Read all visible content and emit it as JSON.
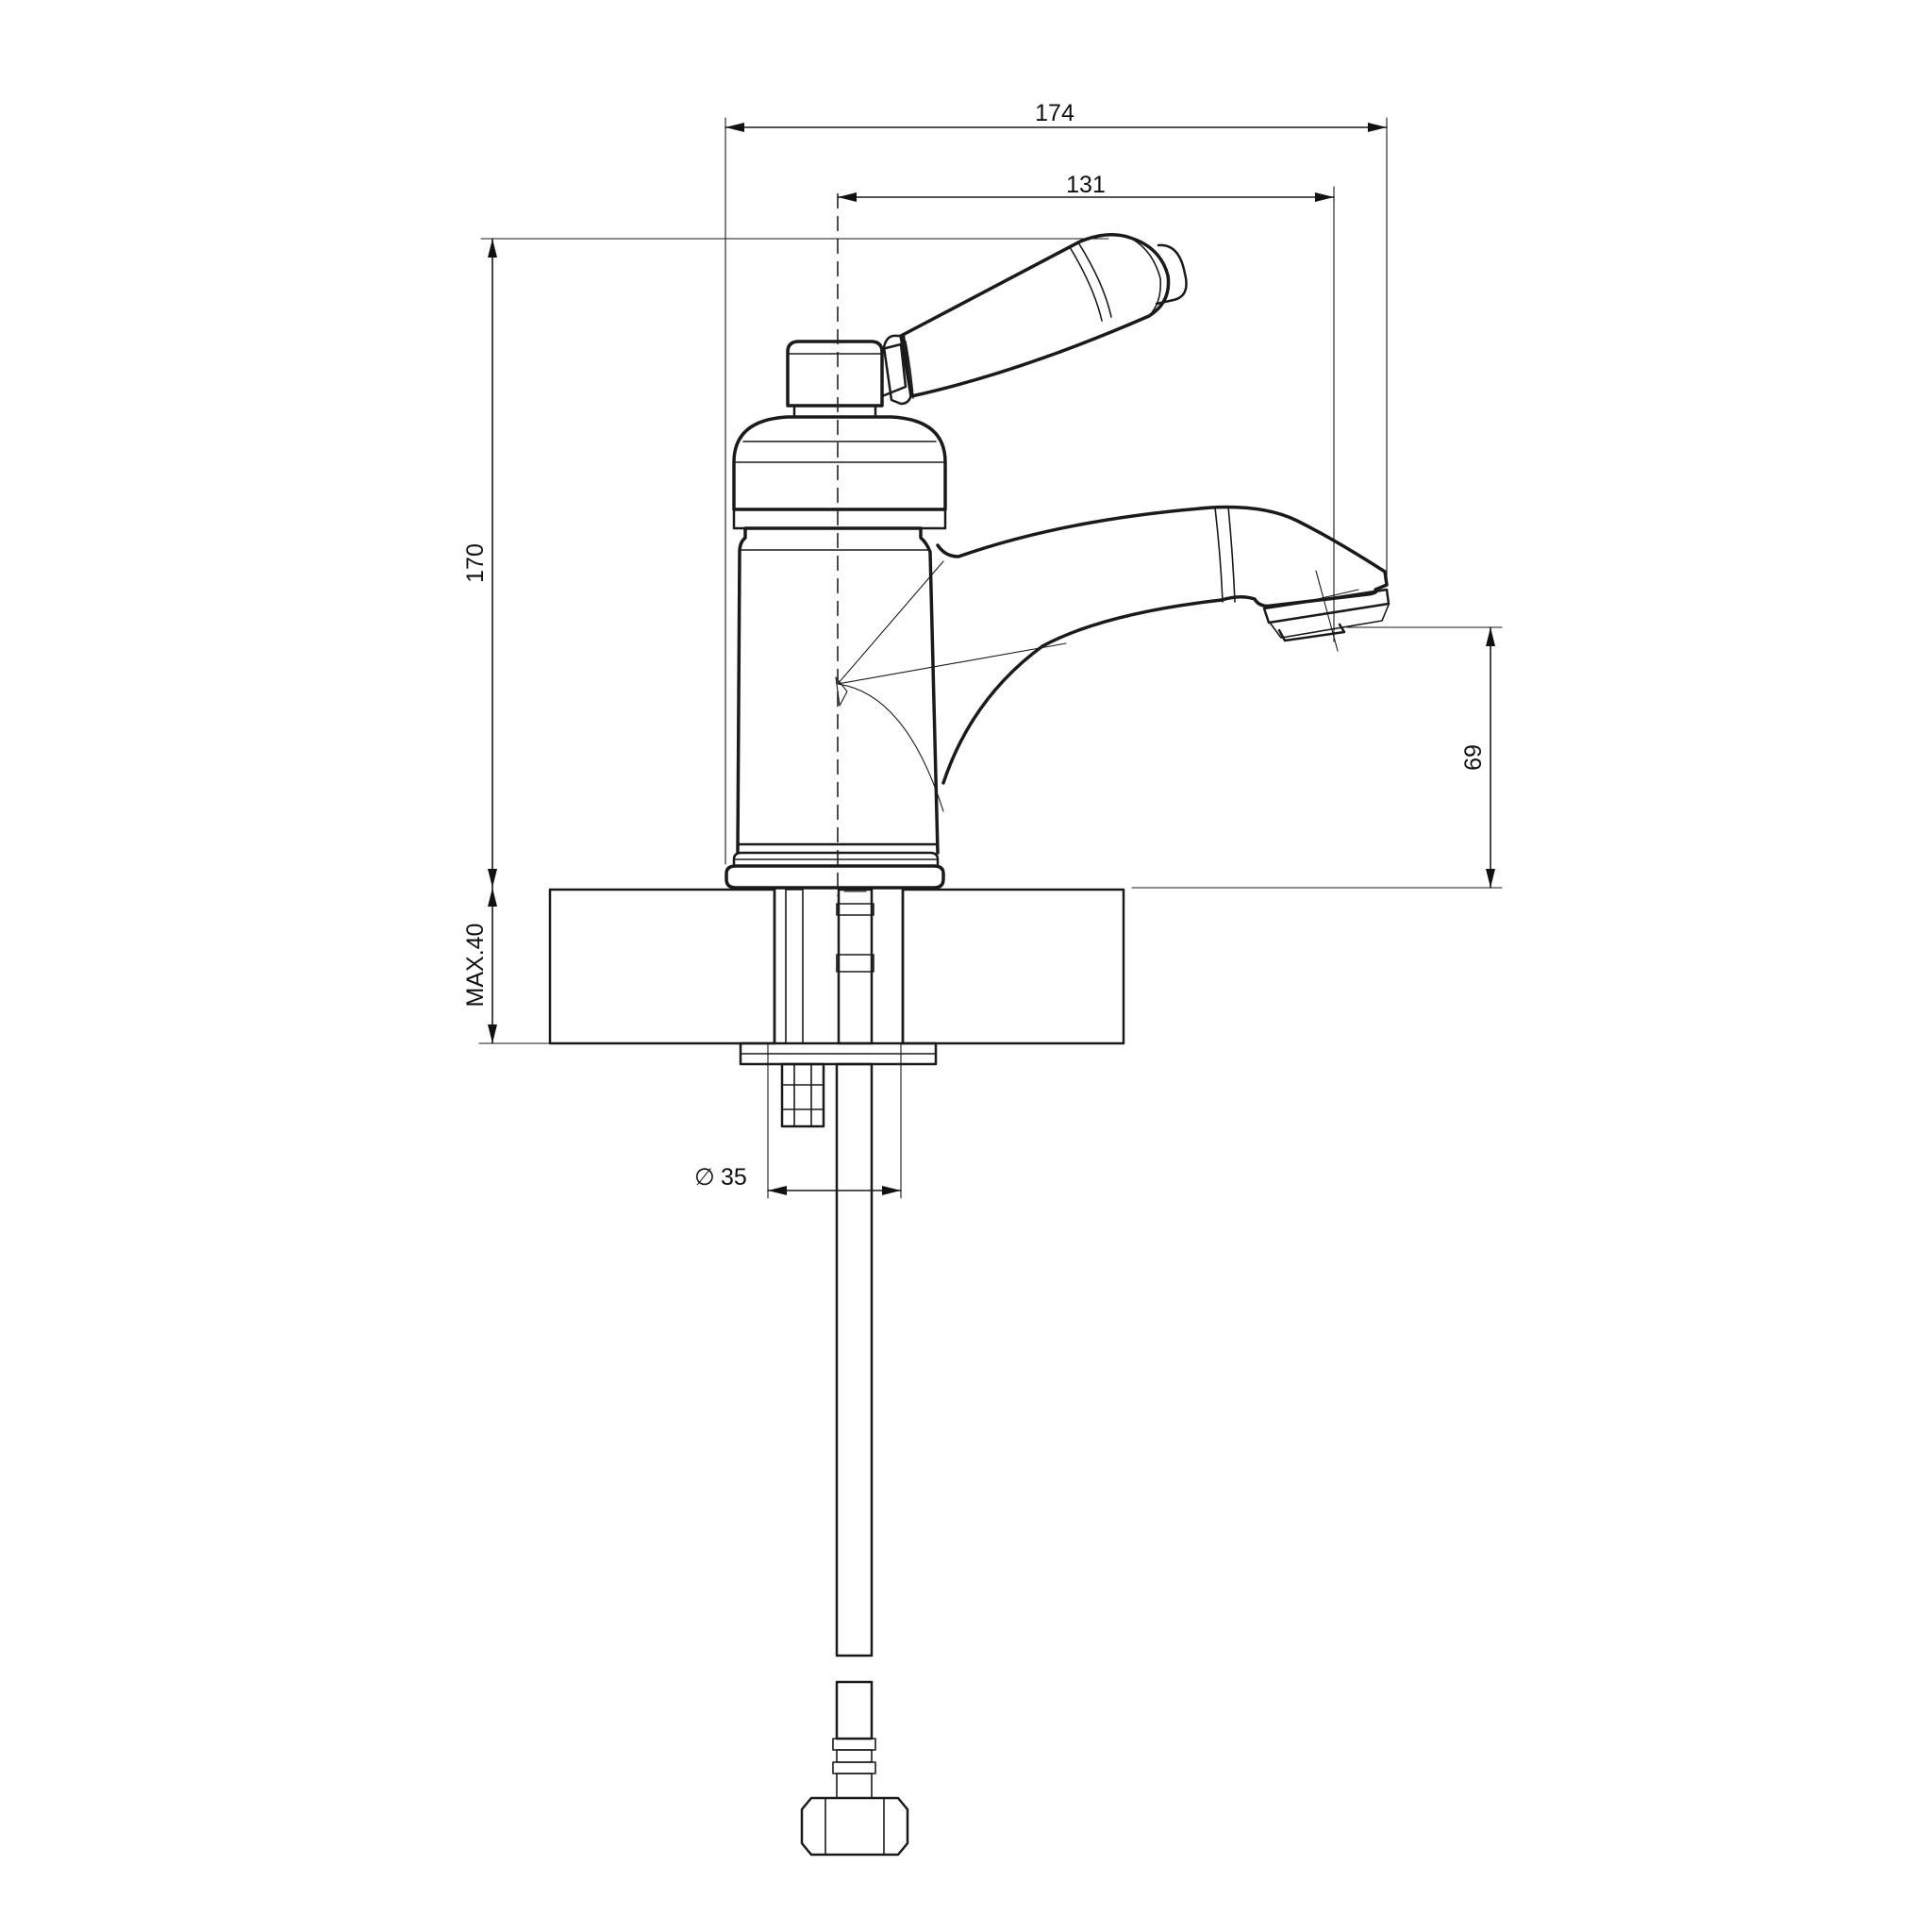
{
  "drawing": {
    "subject": "single-lever basin mixer tap, side view",
    "line_color": "#1a1a1a",
    "background": "#ffffff"
  },
  "dimensions": {
    "overall_projection": "174",
    "spout_reach": "131",
    "overall_height": "170",
    "spout_height": "69",
    "deck_thickness": "MAX.40",
    "hole_diameter_symbol": "∅",
    "hole_diameter": "35"
  }
}
